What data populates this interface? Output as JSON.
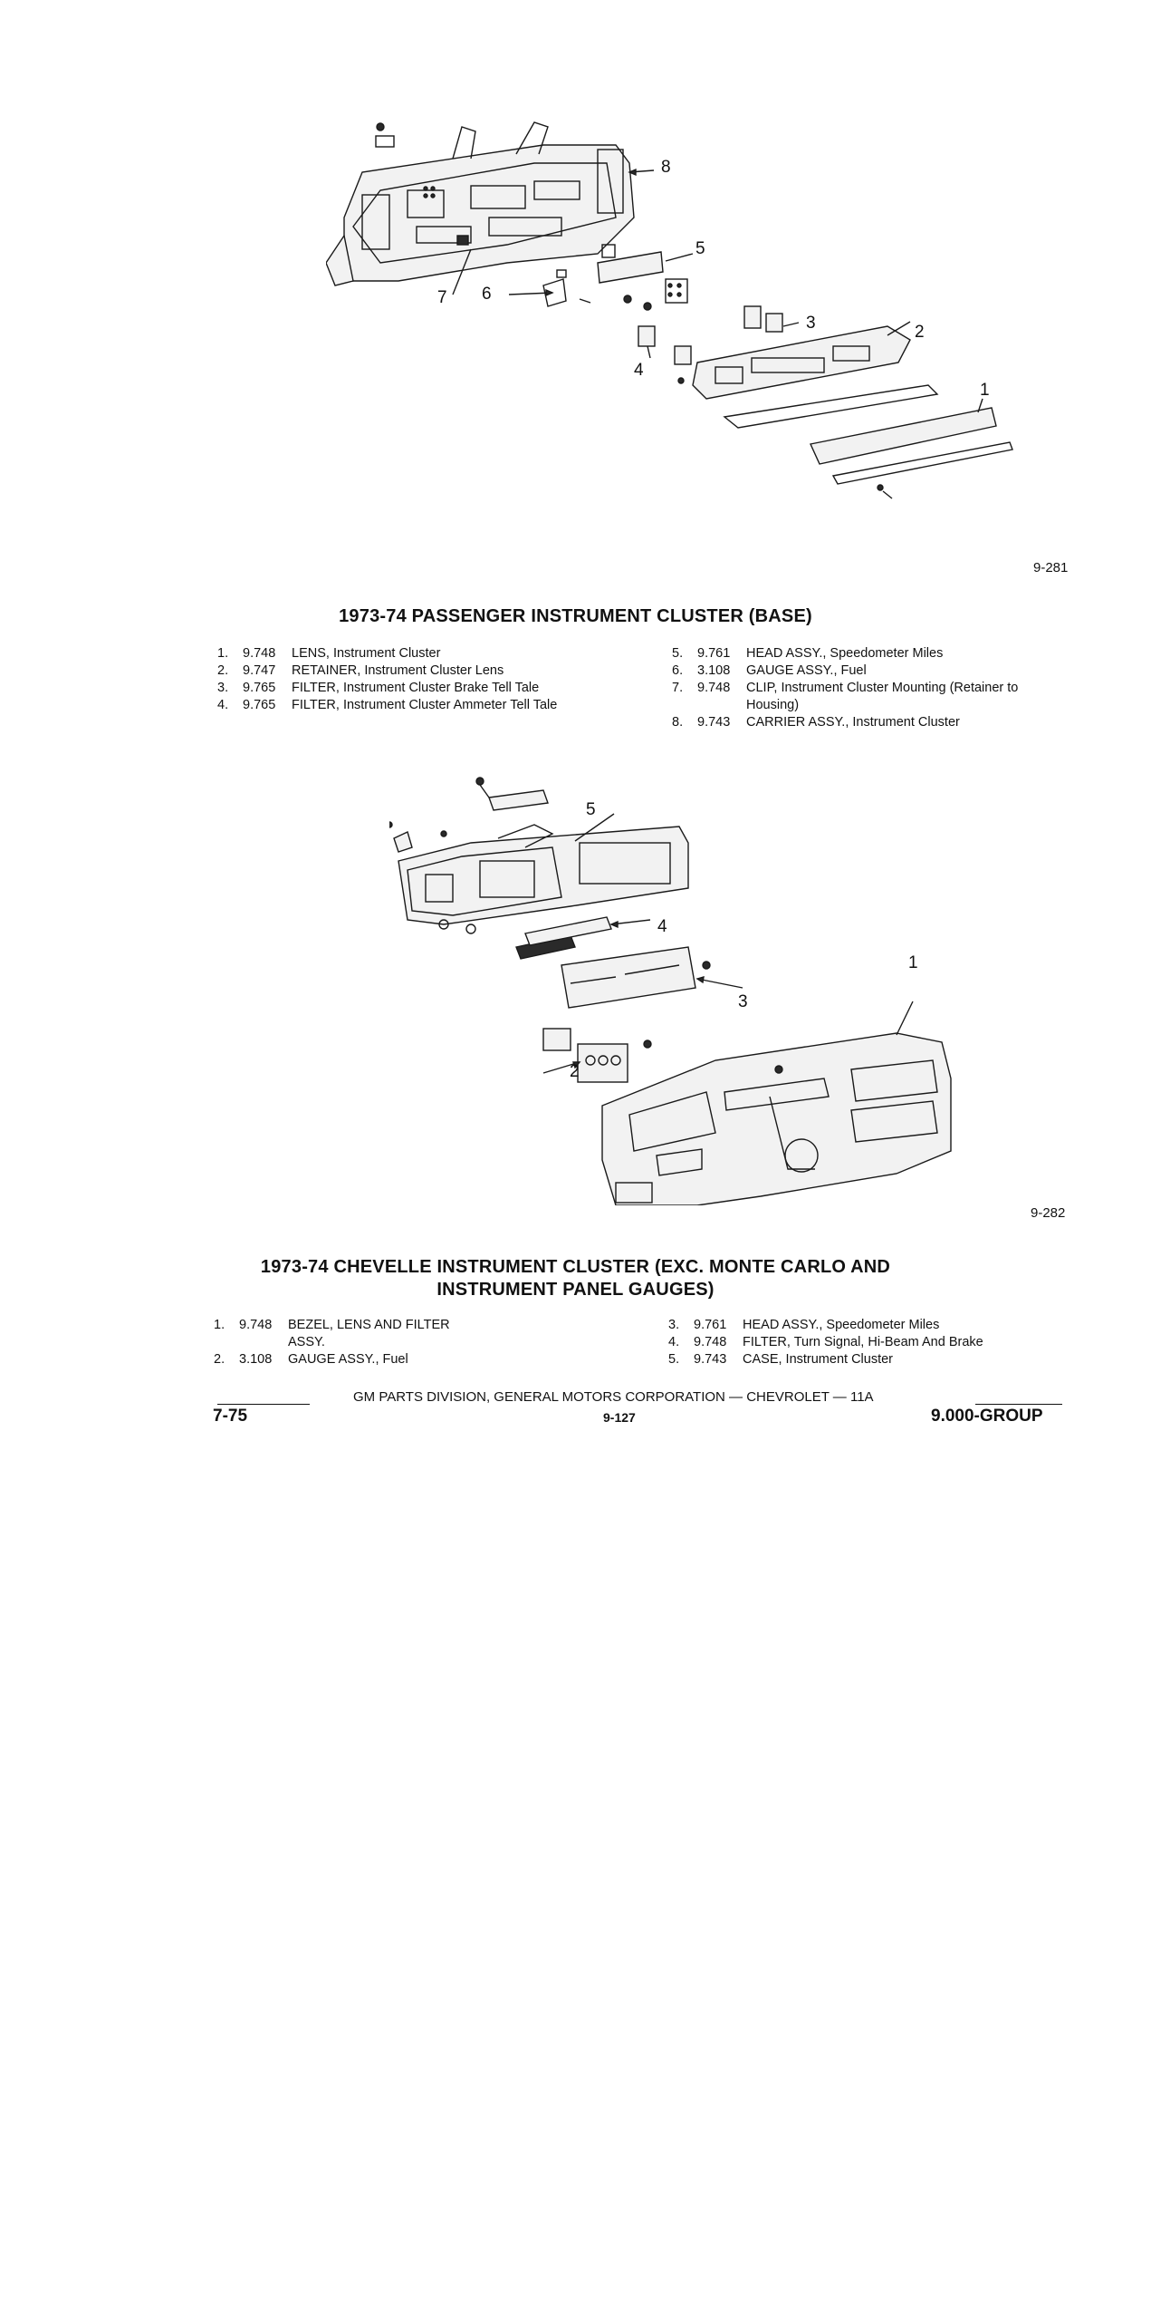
{
  "figure1": {
    "callouts": [
      "8",
      "5",
      "7",
      "6",
      "3",
      "2",
      "4",
      "1"
    ],
    "ref_number": "9-281",
    "title": "1973-74 PASSENGER INSTRUMENT CLUSTER (BASE)",
    "parts_left": [
      {
        "num": "1.",
        "code": "9.748",
        "name": "LENS,",
        "desc": "Instrument Cluster"
      },
      {
        "num": "2.",
        "code": "9.747",
        "name": "RETAINER,",
        "desc": "Instrument Cluster Lens"
      },
      {
        "num": "3.",
        "code": "9.765",
        "name": "FILTER,",
        "desc": "Instrument Cluster Brake Tell Tale"
      },
      {
        "num": "4.",
        "code": "9.765",
        "name": "FILTER,",
        "desc": "Instrument Cluster Ammeter Tell Tale"
      }
    ],
    "parts_right": [
      {
        "num": "5.",
        "code": "9.761",
        "name": "HEAD ASSY.,",
        "desc": "Speedometer Miles"
      },
      {
        "num": "6.",
        "code": "3.108",
        "name": "GAUGE ASSY.,",
        "desc": "Fuel"
      },
      {
        "num": "7.",
        "code": "9.748",
        "name": "CLIP,",
        "desc": "Instrument Cluster Mounting (Retainer to Housing)"
      },
      {
        "num": "8.",
        "code": "9.743",
        "name": "CARRIER ASSY.,",
        "desc": "Instrument Cluster"
      }
    ]
  },
  "figure2": {
    "callouts": [
      "5",
      "4",
      "1",
      "3",
      "2"
    ],
    "ref_number": "9-282",
    "title_line1": "1973-74 CHEVELLE INSTRUMENT CLUSTER (EXC. MONTE CARLO AND",
    "title_line2": "INSTRUMENT PANEL GAUGES)",
    "parts_left": [
      {
        "num": "1.",
        "code": "9.748",
        "name": "BEZEL, LENS AND FILTER",
        "desc": "ASSY."
      },
      {
        "num": "2.",
        "code": "3.108",
        "name": "GAUGE ASSY.,",
        "desc": "Fuel"
      }
    ],
    "parts_right": [
      {
        "num": "3.",
        "code": "9.761",
        "name": "HEAD ASSY.,",
        "desc": "Speedometer Miles"
      },
      {
        "num": "4.",
        "code": "9.748",
        "name": "FILTER,",
        "desc": "Turn Signal, Hi-Beam And Brake"
      },
      {
        "num": "5.",
        "code": "9.743",
        "name": "CASE,",
        "desc": "Instrument Cluster"
      }
    ]
  },
  "footer": {
    "center_text": "GM PARTS DIVISION, GENERAL MOTORS CORPORATION — CHEVROLET — 11A",
    "left_date": "7-75",
    "page_number": "9-127",
    "group": "9.000-GROUP"
  }
}
